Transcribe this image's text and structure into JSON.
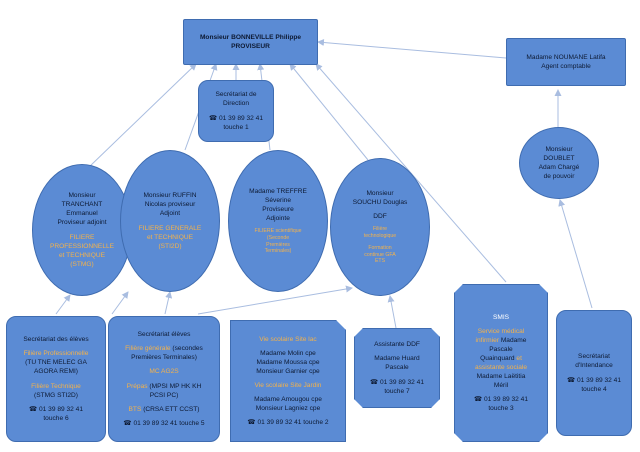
{
  "director": {
    "l1": "Monsieur BONNEVILLE Philippe",
    "l2": "PROVISEUR"
  },
  "accountant": {
    "l1": "Madame NOUMANE Latifa",
    "l2": "Agent comptable"
  },
  "direction_secretariat": {
    "l1": "Secrétariat de",
    "l2": "Direction",
    "phone": "☎ 01 39 89 32 41",
    "ext": "touche 1"
  },
  "doublet": {
    "l1": "Monsieur",
    "l2": "DOUBLET",
    "l3": "Adam Chargé",
    "l4": "de pouvoir"
  },
  "tranchant": {
    "l1": "Monsieur",
    "l2": "TRANCHANT",
    "l3": "Emmanuel",
    "l4": "Proviseur adjoint",
    "o1": "FILIERE",
    "o2": "PROFESSIONNELLE",
    "o3": "et TECHNIQUE",
    "o4": "(STMG)"
  },
  "ruffin": {
    "l1": "Monsieur RUFFIN",
    "l2": "Nicolas proviseur",
    "l3": "Adjoint",
    "o1": "FILIERE GENERALE",
    "o2": "et TECHNIQUE",
    "o3": "(STI2D)"
  },
  "treffre": {
    "l1": "Madame TREFFRE",
    "l2": "Séverine",
    "l3": "Proviseure",
    "l4": "Adjointe",
    "o1": "FILIERE scientifique",
    "o2": "(Seconde",
    "o3": "Premières",
    "o4": "Terminales)"
  },
  "souchu": {
    "l1": "Monsieur",
    "l2": "SOUCHU Douglas",
    "l3": "DDF",
    "o1": "Filière",
    "o2": "technologique",
    "o3": "Formation",
    "o4": "continue GFA",
    "o5": "ETS"
  },
  "sec_eleves": {
    "title": "Secrétariat des élèves",
    "o1": "Filière Professionnelle",
    "w1": "(TU TNE MELEC GA",
    "w2": "AGORA REMI)",
    "o2": "Filière Technique",
    "w3": "(STMG STI2D)",
    "phone": "☎ 01 39 89 32 41",
    "ext": "touche 6"
  },
  "sec_eleves2": {
    "title": "Secrétariat élèves",
    "o1": "Filière générale",
    "w1": "(secondes",
    "w2": "Premières Terminales)",
    "o2": "MC AG2S",
    "o3": "Prépas",
    "w3": "(MPSI MP HK KH",
    "w4": "PCSI PC)",
    "o4": "BTS",
    "w5": "(CRSA ETT CCST)",
    "phone": "☎ 01 39 89 32 41 touche 5"
  },
  "vie_scolaire": {
    "o1": "Vie scolaire Site lac",
    "w1": "Madame Molin cpe",
    "w2": "Madame Moussa cpe",
    "w3": "Monsieur Garnier cpe",
    "o2": "Vie scolaire Site Jardin",
    "w4": "Madame Amougou cpe",
    "w5": "Monsieur Lagniez cpe",
    "phone": "☎ 01 39 89 32 41 touche 2"
  },
  "assistante_ddf": {
    "l1": "Assistante DDF",
    "l2": "Madame Huard",
    "l3": "Pascale",
    "phone": "☎ 01 39 89 32 41",
    "ext": "touche 7"
  },
  "smis": {
    "title": "SMIS",
    "o1": "Service médical",
    "o2": "infirmier",
    "w1": "Madame",
    "w2": "Pascale",
    "w3": "Quainquard",
    "o3": "et",
    "o4": "assistante sociale",
    "w4": "Madame Laëtitia",
    "w5": "Méril",
    "phone": "☎ 01 39 89 32 41",
    "ext": "touche 3"
  },
  "intendance": {
    "l1": "Secrétariat",
    "l2": "d'Intendance",
    "phone": "☎ 01 39 89 32 41",
    "ext": "touche 4"
  },
  "colors": {
    "node_fill": "#5b8bd4",
    "node_border": "#3f6cb0",
    "accent_orange": "#f4b24a",
    "arrow": "#a9bde0"
  }
}
